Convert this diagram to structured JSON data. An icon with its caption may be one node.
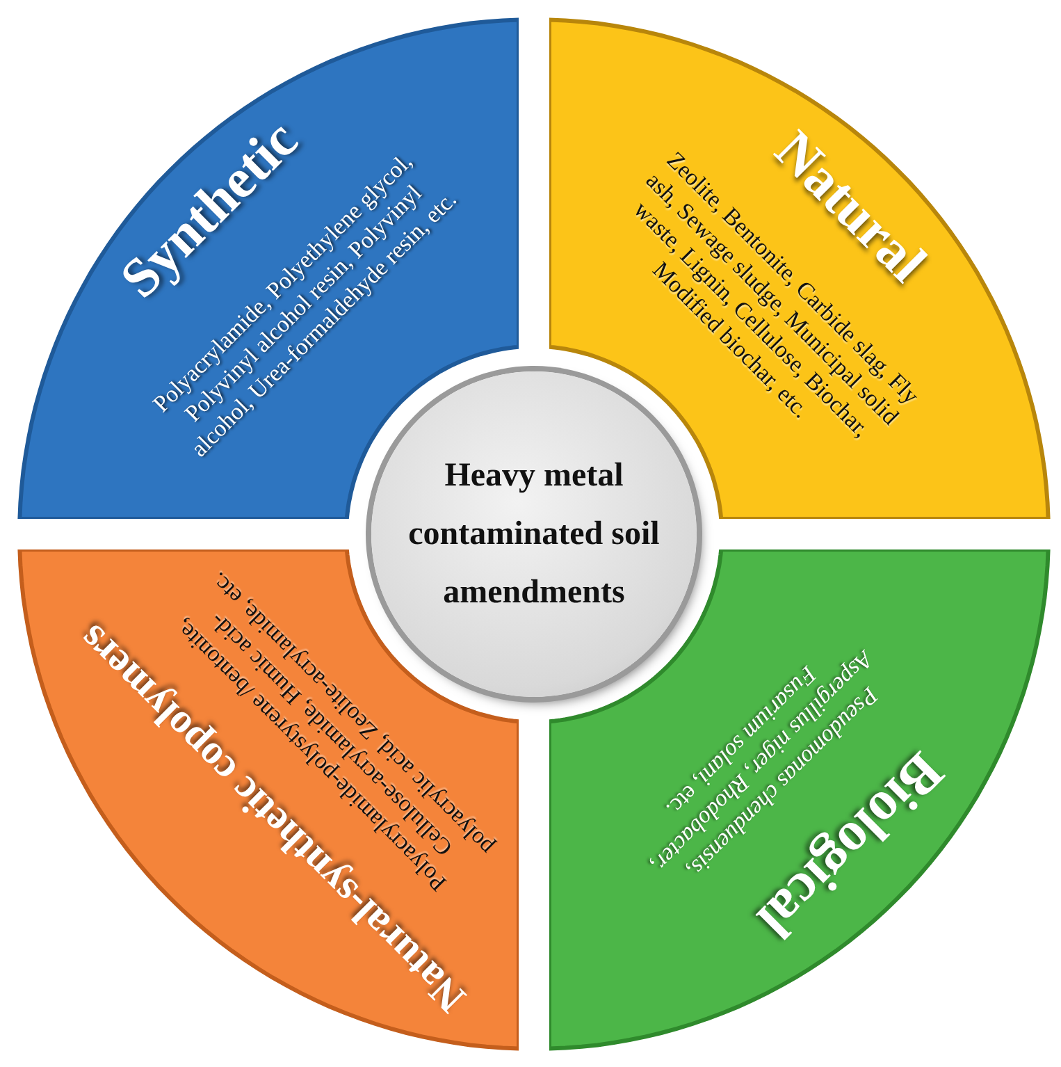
{
  "diagram": {
    "nodes": [
      {
        "text": [
          "Synthetic",
          "Polyacrylamide, Polyethylene glycol, Polyvinyl alcohol resin, Polyvinyl alcohol, Urea-formaldehyde resin, etc."
        ]
      },
      {
        "text": [
          "Natural",
          "Zeolite, Bentonite, Carbide slag, Fly ash, Sewage sludge, Municipal solid waste, Lignin, Cellulose, Biochar, Modified biochar, etc."
        ]
      },
      {
        "text": [
          "Heavy metal contaminated soil amendments"
        ]
      },
      {
        "text": [
          "Natural-synthetic copolymers",
          "Polyacrylamide-polystyrene /bentonite, Cellulose-acrylamide, Humic acid-polyacrylic acid, Zeolite-acrylamide, etc."
        ]
      },
      {
        "text": [
          "Biological",
          "*Pseudomonas chenduensis*, *Aspergillus niger*, *Rhodobacter*, *Fusarium solani*, etc."
        ]
      }
    ],
    "edges": []
  }
}
